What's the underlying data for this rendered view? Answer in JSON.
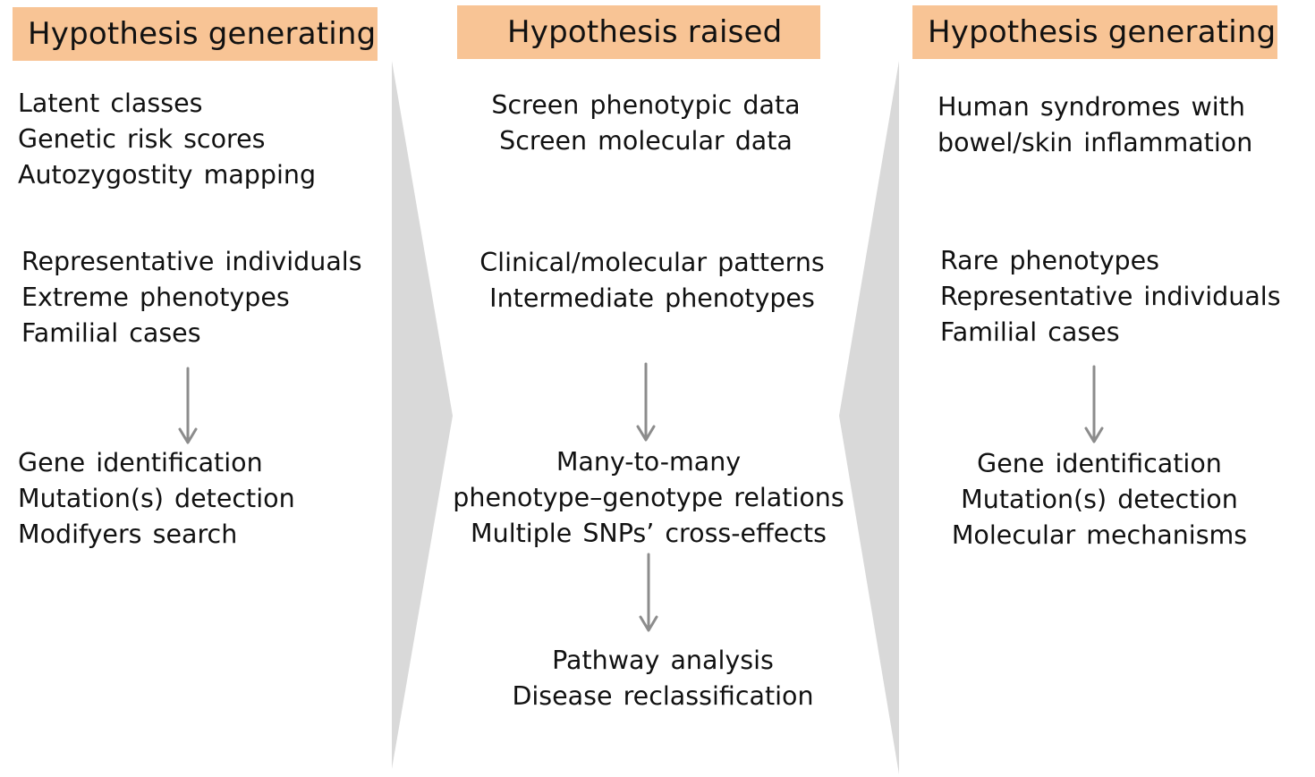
{
  "colors": {
    "header_fill": "#F8C495",
    "chevron_fill": "#D9D9D9",
    "arrow_stroke": "#8C8C8C",
    "text": "#111111"
  },
  "left": {
    "header": "Hypothesis generating",
    "group1": [
      "Latent classes",
      "Genetic risk scores",
      "Autozygostity mapping"
    ],
    "group2": [
      "Representative individuals",
      "Extreme phenotypes",
      "Familial cases"
    ],
    "group3": [
      "Gene identification",
      "Mutation(s) detection",
      "Modifyers search"
    ]
  },
  "middle": {
    "header": "Hypothesis raised",
    "group1": [
      "Screen phenotypic data",
      "Screen molecular data"
    ],
    "group2": [
      "Clinical/molecular patterns",
      "Intermediate phenotypes"
    ],
    "group3": [
      "Many-to-many",
      "phenotype–genotype relations",
      "Multiple SNPs’ cross-effects"
    ],
    "group4": [
      "Pathway analysis",
      "Disease reclassification"
    ]
  },
  "right": {
    "header": "Hypothesis generating",
    "group1": [
      "Human syndromes with",
      "bowel/skin inflammation"
    ],
    "group2": [
      "Rare phenotypes",
      "Representative individuals",
      "Familial cases"
    ],
    "group3": [
      "Gene identification",
      "Mutation(s) detection",
      "Molecular mechanisms"
    ]
  }
}
